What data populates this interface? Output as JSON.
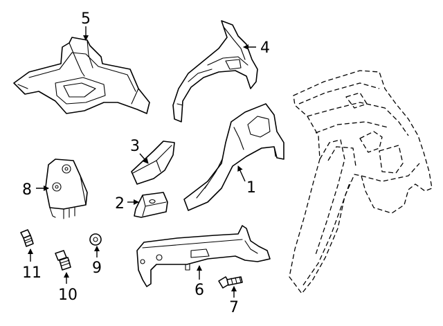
{
  "callouts": [
    {
      "id": "1",
      "text": "1"
    },
    {
      "id": "2",
      "text": "2"
    },
    {
      "id": "3",
      "text": "3"
    },
    {
      "id": "4",
      "text": "4"
    },
    {
      "id": "5",
      "text": "5"
    },
    {
      "id": "6",
      "text": "6"
    },
    {
      "id": "7",
      "text": "7"
    },
    {
      "id": "8",
      "text": "8"
    },
    {
      "id": "9",
      "text": "9"
    },
    {
      "id": "10",
      "text": "10"
    },
    {
      "id": "11",
      "text": "11"
    }
  ],
  "colors": {
    "line": "#000000",
    "background": "#ffffff"
  }
}
